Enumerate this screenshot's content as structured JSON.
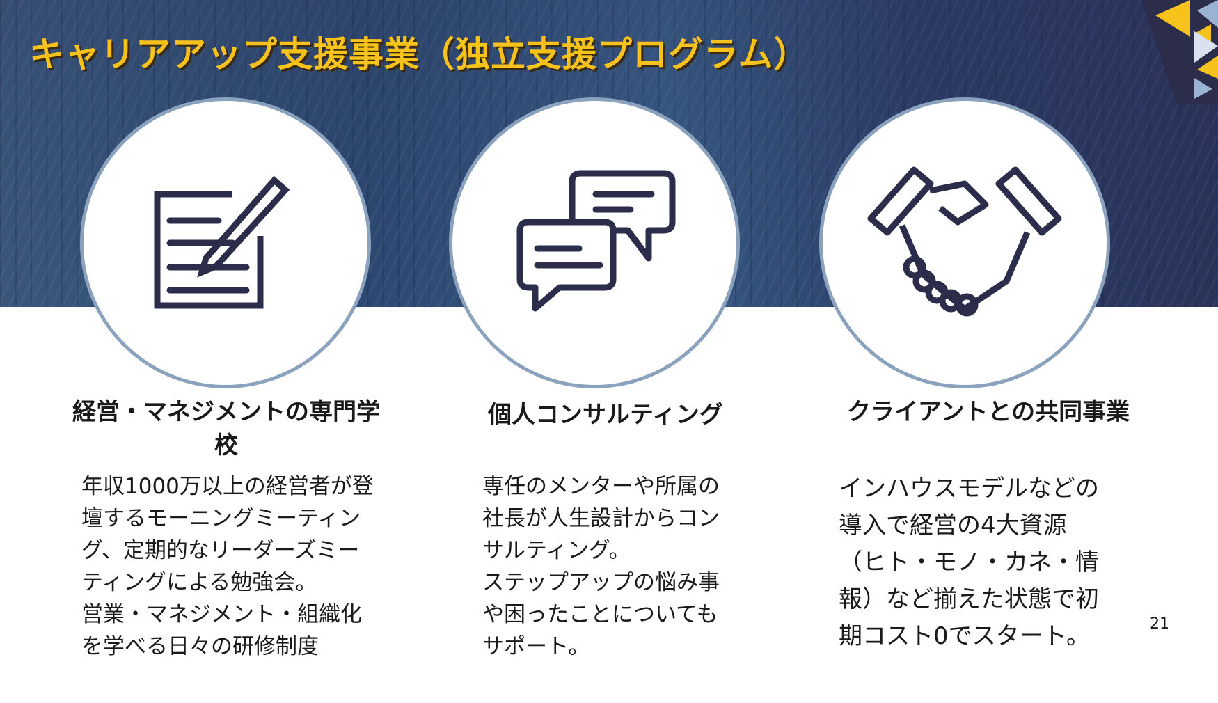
{
  "title": "キャリアアップ支援事業（独立支援プログラム）",
  "columns": [
    {
      "icon": "document-pencil-icon",
      "heading": "経営・マネジメントの専門学校",
      "body": [
        "年収1000万以上の経営者が登",
        "壇するモーニングミーティン",
        "グ、定期的なリーダーズミー",
        "ティングによる勉強会。",
        "営業・マネジメント・組織化",
        "を学べる日々の研修制度"
      ]
    },
    {
      "icon": "chat-bubbles-icon",
      "heading": "個人コンサルティング",
      "body": [
        "専任のメンターや所属の",
        "社長が人生設計からコン",
        "サルティング。",
        "ステップアップの悩み事",
        "や困ったことについても",
        "サポート。"
      ]
    },
    {
      "icon": "handshake-icon",
      "heading": "クライアントとの共同事業",
      "body": [
        "インハウスモデルなどの",
        "導入で経営の4大資源",
        "（ヒト・モノ・カネ・情",
        "報）など揃えた状態で初",
        "期コスト0でスタート。"
      ]
    }
  ],
  "page_number": "21",
  "colors": {
    "accent": "#f7c21b",
    "navy": "#2b2d4a",
    "ring": "#8aa2bd"
  }
}
